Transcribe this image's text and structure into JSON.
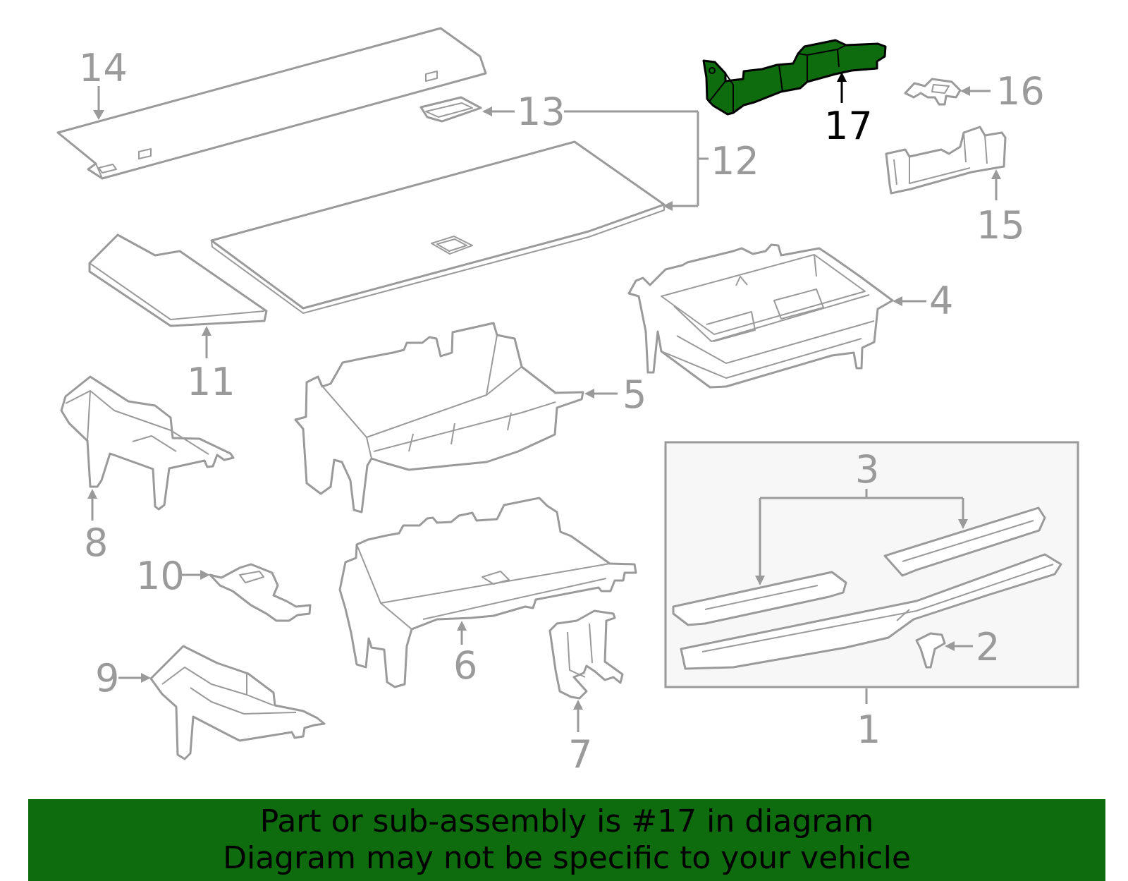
{
  "diagram": {
    "highlight_color": "#0e6b0e",
    "line_color": "#9a9a9a",
    "highlighted_part": "17",
    "callouts": [
      "1",
      "2",
      "3",
      "4",
      "5",
      "6",
      "7",
      "8",
      "9",
      "10",
      "11",
      "12",
      "13",
      "14",
      "15",
      "16",
      "17"
    ]
  },
  "banner": {
    "line1": "Part or sub-assembly is #17 in diagram",
    "line2": "Diagram may not be specific to your vehicle",
    "background": "#0e6b0e"
  }
}
